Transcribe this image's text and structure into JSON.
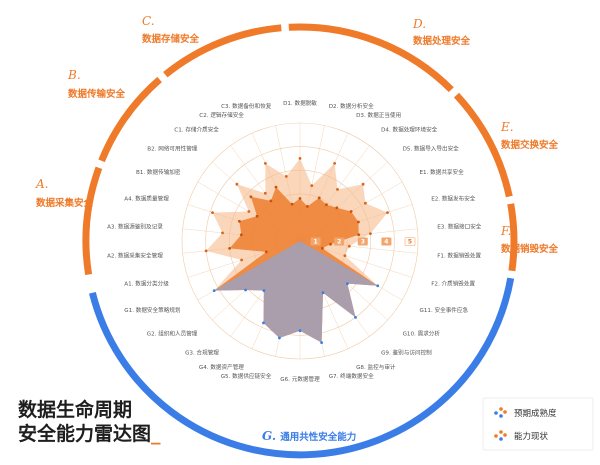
{
  "colors": {
    "orange": "#ee7a2a",
    "blue": "#3b7de6",
    "orange_light": "#f7bb8c",
    "orange_dark": "#ee7a2a",
    "blue_area": "#7fa9ec",
    "grid": "#f0c9a4"
  },
  "title": {
    "line1": "数据生命周期",
    "line2": "安全能力雷达图",
    "cursor": "_"
  },
  "segments": [
    {
      "id": "A",
      "letter": "A.",
      "label": "数据采集安全"
    },
    {
      "id": "B",
      "letter": "B.",
      "label": "数据传输安全"
    },
    {
      "id": "C",
      "letter": "C.",
      "label": "数据存储安全"
    },
    {
      "id": "D",
      "letter": "D.",
      "label": "数据处理安全"
    },
    {
      "id": "E",
      "letter": "E.",
      "label": "数据交换安全"
    },
    {
      "id": "F",
      "letter": "F.",
      "label": "数据销毁安全"
    },
    {
      "id": "G",
      "letter": "G.",
      "label": "通用共性安全能力"
    }
  ],
  "legend": [
    {
      "label": "预期成熟度",
      "icon": "scatter-dots-icon"
    },
    {
      "label": "能力现状",
      "icon": "scatter-dots-icon"
    }
  ],
  "chart_data": {
    "type": "radar",
    "scale_ticks": [
      "1",
      "2",
      "3",
      "4",
      "5"
    ],
    "r_range": [
      0,
      5
    ],
    "axes": [
      {
        "label": "D1. 数据脱敏",
        "expected": 3.5,
        "current": 1.8
      },
      {
        "label": "D2. 数据分析安全",
        "expected": 2.4,
        "current": 1.5
      },
      {
        "label": "D3. 数据正当使用",
        "expected": 3.6,
        "current": 2.0
      },
      {
        "label": "D4. 数据处理环境安全",
        "expected": 2.7,
        "current": 1.9
      },
      {
        "label": "D5. 数据导入导出安全",
        "expected": 3.6,
        "current": 2.1
      },
      {
        "label": "E1. 数据共享安全",
        "expected": 3.2,
        "current": 2.5
      },
      {
        "label": "E2. 数据发布安全",
        "expected": 3.9,
        "current": 2.6
      },
      {
        "label": "E3. 数据接口安全",
        "expected": 3.0,
        "current": 2.5
      },
      {
        "label": "F1. 数据销毁处置",
        "expected": 2.1,
        "current": 1.3
      },
      {
        "label": "F2. 介质销毁处置",
        "expected": 2.0,
        "current": 1.0
      },
      {
        "label": "G11. 安全事件应急",
        "expected": 3.8,
        "current": 3.8
      },
      {
        "label": "G10. 需求分析",
        "expected": 2.7,
        "current": 2.7
      },
      {
        "label": "G9. 鉴别与访问控制",
        "expected": 4.0,
        "current": 4.0
      },
      {
        "label": "G8. 监控与审计",
        "expected": 2.4,
        "current": 2.4
      },
      {
        "label": "G7. 终端数据安全",
        "expected": 4.4,
        "current": 4.4
      },
      {
        "label": "G6. 元数据管理",
        "expected": 3.8,
        "current": 3.8
      },
      {
        "label": "G5. 数据供应链安全",
        "expected": 4.2,
        "current": 4.2
      },
      {
        "label": "G4. 数据资产管理",
        "expected": 3.8,
        "current": 3.8
      },
      {
        "label": "G3. 合规管理",
        "expected": 2.6,
        "current": 2.6
      },
      {
        "label": "G2. 组织和人员管理",
        "expected": 3.1,
        "current": 3.1
      },
      {
        "label": "G1. 数据安全策略规划",
        "expected": 4.2,
        "current": 4.2
      },
      {
        "label": "A1. 数据分类分级",
        "expected": 2.6,
        "current": 1.5
      },
      {
        "label": "A2. 数据采集安全管理",
        "expected": 4.0,
        "current": 3.0
      },
      {
        "label": "A3. 数据源鉴别及记录",
        "expected": 3.3,
        "current": 2.5
      },
      {
        "label": "A4. 数据质量管理",
        "expected": 3.9,
        "current": 2.7
      },
      {
        "label": "B1. 数据传输加密",
        "expected": 2.5,
        "current": 2.1
      },
      {
        "label": "B2. 网络可用性管理",
        "expected": 3.6,
        "current": 2.8
      },
      {
        "label": "C1. 存储介质安全",
        "expected": 2.5,
        "current": 2.1
      },
      {
        "label": "C2. 逻辑存储安全",
        "expected": 3.6,
        "current": 2.5
      },
      {
        "label": "C3. 数据备份和恢复",
        "expected": 2.8,
        "current": 1.6
      }
    ]
  }
}
